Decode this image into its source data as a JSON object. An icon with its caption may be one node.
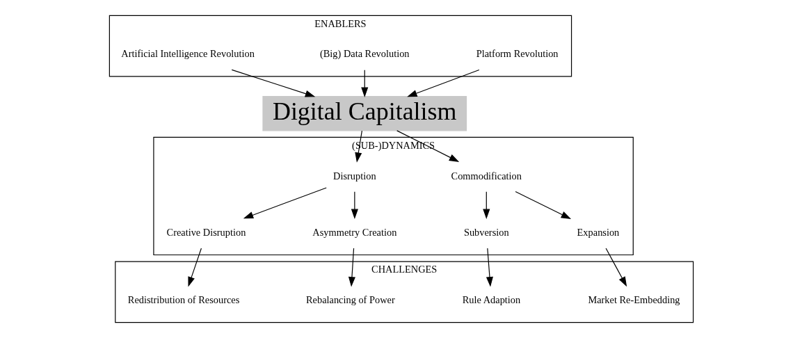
{
  "diagram": {
    "nodes": [
      {
        "text": [
          "ENABLERS"
        ]
      },
      {
        "text": [
          "Artificial Intelligence Revolution"
        ],
        "in": 0
      },
      {
        "text": [
          "(Big) Data Revolution"
        ],
        "in": 0
      },
      {
        "text": [
          "Platform Revolution"
        ],
        "in": 0
      },
      {
        "text": [
          "Digital Capitalism"
        ]
      },
      {
        "text": [
          "(SUB-)DYNAMICS"
        ]
      },
      {
        "text": [
          "Disruption"
        ],
        "in": 5
      },
      {
        "text": [
          "Commodification"
        ],
        "in": 5
      },
      {
        "text": [
          "Creative Disruption"
        ],
        "in": 5
      },
      {
        "text": [
          "Asymmetry Creation"
        ],
        "in": 5
      },
      {
        "text": [
          "Subversion"
        ],
        "in": 5
      },
      {
        "text": [
          "Expansion"
        ],
        "in": 5
      },
      {
        "text": [
          "CHALLENGES"
        ]
      },
      {
        "text": [
          "Redistribution of Resources"
        ],
        "in": 12
      },
      {
        "text": [
          "Rebalancing of Power"
        ],
        "in": 12
      },
      {
        "text": [
          "Rule Adaption"
        ],
        "in": 12
      },
      {
        "text": [
          "Market Re-Embedding"
        ],
        "in": 12
      }
    ],
    "edges": [
      {
        "from": 1,
        "to": 4,
        "arrow": "to"
      },
      {
        "from": 2,
        "to": 4,
        "arrow": "to"
      },
      {
        "from": 3,
        "to": 4,
        "arrow": "to"
      },
      {
        "from": 4,
        "to": 6,
        "arrow": "to"
      },
      {
        "from": 4,
        "to": 7,
        "arrow": "to"
      },
      {
        "from": 6,
        "to": 8,
        "arrow": "to"
      },
      {
        "from": 6,
        "to": 9,
        "arrow": "to"
      },
      {
        "from": 7,
        "to": 10,
        "arrow": "to"
      },
      {
        "from": 7,
        "to": 11,
        "arrow": "to"
      },
      {
        "from": 8,
        "to": 13,
        "arrow": "to"
      },
      {
        "from": 9,
        "to": 14,
        "arrow": "to"
      },
      {
        "from": 10,
        "to": 15,
        "arrow": "to"
      },
      {
        "from": 11,
        "to": 16,
        "arrow": "to"
      }
    ]
  }
}
